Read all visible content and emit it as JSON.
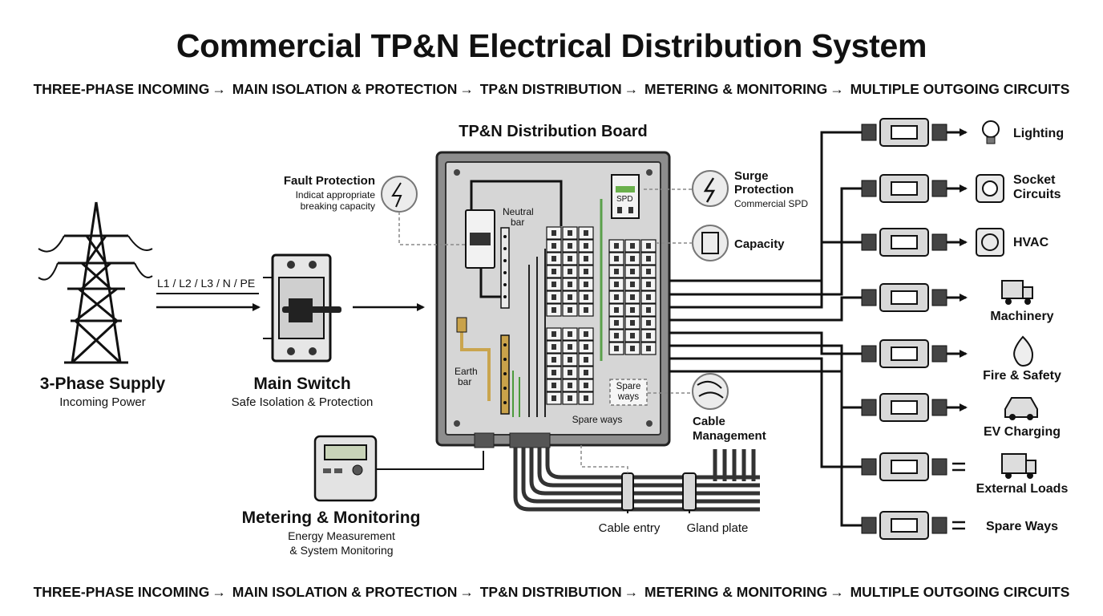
{
  "title": "Commercial TP&N Electrical Distribution System",
  "flow": [
    "THREE-PHASE INCOMING",
    "MAIN ISOLATION & PROTECTION",
    "TP&N DISTRIBUTION",
    "METERING & MONITORING",
    "MULTIPLE OUTGOING CIRCUITS"
  ],
  "supply": {
    "title": "3-Phase Supply",
    "subtitle": "Incoming Power",
    "conductors": "L1 / L2 / L3 / N / PE"
  },
  "main_switch": {
    "title": "Main Switch",
    "subtitle": "Safe Isolation & Protection"
  },
  "metering": {
    "title": "Metering & Monitoring",
    "line1": "Energy Measurement",
    "line2": "& System Monitoring"
  },
  "board": {
    "title": "TP&N Distribution Board",
    "neutral_bar_1": "Neutral",
    "neutral_bar_2": "bar",
    "earth_bar_1": "Earth",
    "earth_bar_2": "bar",
    "spd": "SPD",
    "spare_ways_tag_1": "Spare",
    "spare_ways_tag_2": "ways",
    "spare_ways": "Spare ways",
    "cable_entry": "Cable entry",
    "gland_plate": "Gland plate"
  },
  "callouts": {
    "fault_title": "Fault Protection",
    "fault_line1": "Indicat appropriate",
    "fault_line2": "breaking capacity",
    "surge_title_1": "Surge",
    "surge_title_2": "Protection",
    "surge_sub": "Commercial SPD",
    "capacity": "Capacity",
    "cable_mgmt_1": "Cable",
    "cable_mgmt_2": "Management"
  },
  "outputs": [
    {
      "label": "Lighting",
      "icon": "lightbulb-icon"
    },
    {
      "label": "Socket Circuits",
      "label_1": "Socket",
      "label_2": "Circuits",
      "icon": "socket-icon"
    },
    {
      "label": "HVAC",
      "icon": "fan-icon"
    },
    {
      "label": "Machinery",
      "icon": "truck-icon"
    },
    {
      "label": "Fire & Safety",
      "icon": "flame-icon"
    },
    {
      "label": "EV Charging",
      "icon": "ev-car-icon"
    },
    {
      "label": "External Loads",
      "icon": "lorry-icon"
    },
    {
      "label": "Spare Ways",
      "icon": "none"
    }
  ]
}
